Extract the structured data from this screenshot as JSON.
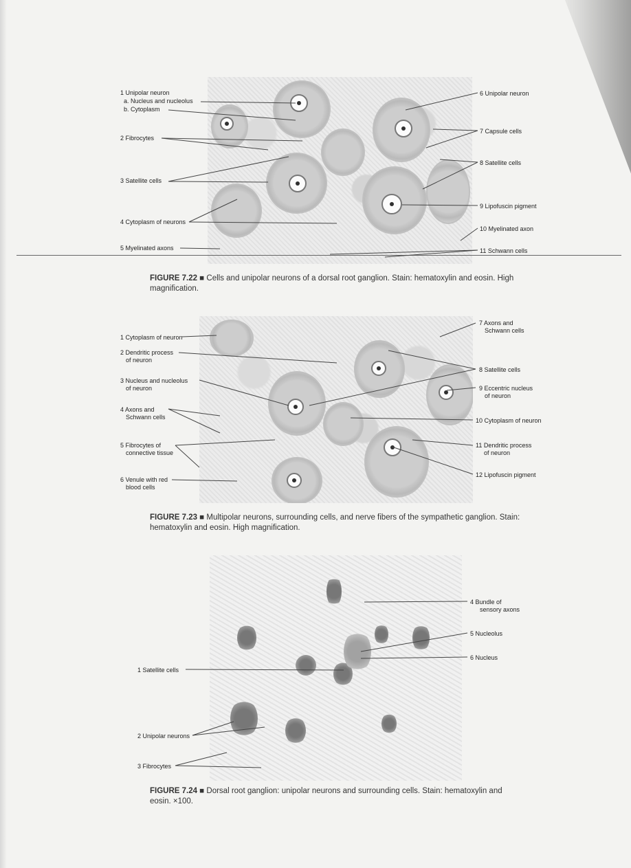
{
  "fig22": {
    "caption_num": "FIGURE 7.22",
    "caption_sep": "■",
    "caption_text": "Cells and unipolar neurons of a dorsal root ganglion. Stain: hematoxylin and eosin. High magnification.",
    "labels_left": [
      "1 Unipolar neuron",
      "a. Nucleus and nucleolus",
      "b. Cytoplasm",
      "2 Fibrocytes",
      "3 Satellite cells",
      "4 Cytoplasm of neurons",
      "5 Myelinated axons"
    ],
    "labels_right": [
      "6 Unipolar neuron",
      "7 Capsule cells",
      "8 Satellite cells",
      "9 Lipofuscin pigment",
      "10 Myelinated axon",
      "11 Schwann cells"
    ]
  },
  "fig23": {
    "caption_num": "FIGURE 7.23",
    "caption_sep": "■",
    "caption_text": "Multipolar neurons, surrounding cells, and nerve fibers of the sympathetic ganglion. Stain: hematoxylin and eosin. High magnification.",
    "labels_left": [
      [
        "1 Cytoplasm of neuron"
      ],
      [
        "2 Dendritic process",
        "of neuron"
      ],
      [
        "3 Nucleus and nucleolus",
        "of neuron"
      ],
      [
        "4 Axons and",
        "Schwann cells"
      ],
      [
        "5 Fibrocytes of",
        "connective tissue"
      ],
      [
        "6 Venule with red",
        "blood cells"
      ]
    ],
    "labels_right": [
      [
        "7 Axons and",
        "Schwann cells"
      ],
      [
        "8 Satellite cells"
      ],
      [
        "9 Eccentric nucleus",
        "of neuron"
      ],
      [
        "10 Cytoplasm of neuron"
      ],
      [
        "11 Dendritic process",
        "of neuron"
      ],
      [
        "12 Lipofuscin pigment"
      ]
    ]
  },
  "fig24": {
    "caption_num": "FIGURE 7.24",
    "caption_sep": "■",
    "caption_text": "Dorsal root ganglion: unipolar neurons and surrounding cells. Stain: hematoxylin and eosin. ×100.",
    "labels_left": [
      "1 Satellite cells",
      "2 Unipolar neurons",
      "3 Fibrocytes"
    ],
    "labels_right": [
      [
        "4 Bundle of",
        "sensory axons"
      ],
      [
        "5 Nucleolus"
      ],
      [
        "6 Nucleus"
      ]
    ]
  }
}
